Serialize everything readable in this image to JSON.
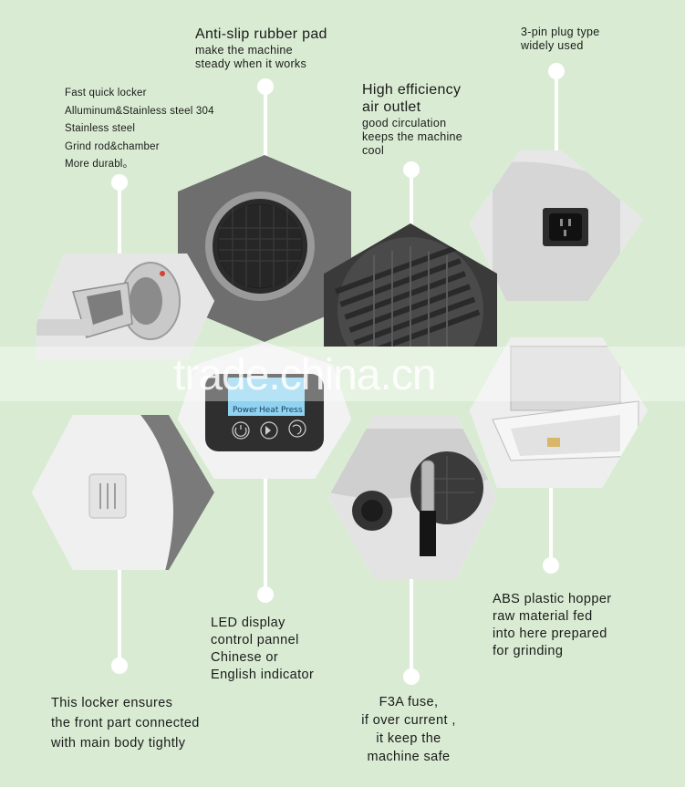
{
  "features": {
    "rubber_pad": {
      "title": "Anti-slip rubber pad",
      "desc": "make the machine\nsteady when it works"
    },
    "plug": {
      "desc": "3-pin plug type\nwidely used"
    },
    "grinder": {
      "desc": "Fast quick locker\nAlluminum&Stainless steel 304\nStainless steel\nGrind rod&chamber\nMore durabl。"
    },
    "air_outlet": {
      "title": "High efficiency\nair outlet",
      "desc": "good circulation\nkeeps the machine\ncool"
    },
    "led": {
      "desc": "LED display\ncontrol pannel\nChinese or\nEnglish indicator"
    },
    "locker": {
      "desc": "This locker ensures\nthe front part connected\nwith main body tightly"
    },
    "fuse": {
      "desc": "F3A fuse,\nif over current ,\nit keep the\nmachine safe"
    },
    "hopper": {
      "desc": "ABS plastic hopper\nraw material fed\ninto here prepared\nfor grinding"
    }
  },
  "lcd": {
    "labels": [
      "Power",
      "Heat",
      "Press"
    ]
  },
  "watermark": "trade.china.cn",
  "colors": {
    "background": "#d9ecd3",
    "hex_border": "#ffffff",
    "connector": "#ffffff",
    "lcd": "#8fd3f0"
  }
}
